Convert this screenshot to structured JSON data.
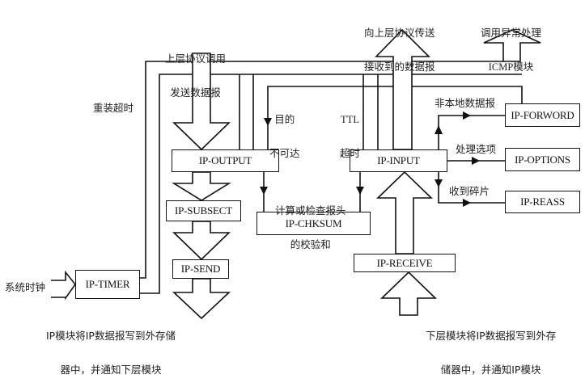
{
  "diagram": {
    "title": "IP module structure",
    "modules": {
      "output": "IP-OUTPUT",
      "input": "IP-INPUT",
      "subsect": "IP-SUBSECT",
      "send": "IP-SEND",
      "chksum": "IP-CHKSUM",
      "receive": "IP-RECEIVE",
      "timer": "IP-TIMER",
      "forword": "IP-FORWORD",
      "options": "IP-OPTIONS",
      "reass": "IP-REASS"
    },
    "labels": {
      "upper_send_line1": "上层协议调用",
      "upper_send_line2": "发送数据报",
      "deliver_up_line1": "向上层协议传送",
      "deliver_up_line2": "接收到的数据报",
      "icmp_line1": "调用异常处理",
      "icmp_line2": "ICMP模块",
      "reassembly_timeout": "重装超时",
      "dest_unreachable_line1": "目的",
      "dest_unreachable_line2": "不可达",
      "ttl_line1": "TTL",
      "ttl_line2": "超时",
      "non_local": "非本地数据报",
      "process_options": "处理选项",
      "fragment_received": "收到碎片",
      "checksum_line1": "计算或检查报头",
      "checksum_line2": "的校验和",
      "system_clock": "系统时钟",
      "send_note_line1": "IP模块将IP数据报写到外存储",
      "send_note_line2": "器中，并通知下层模块",
      "receive_note_line1": "下层模块将IP数据报写到外存",
      "receive_note_line2": "储器中，并通知IP模块"
    }
  }
}
